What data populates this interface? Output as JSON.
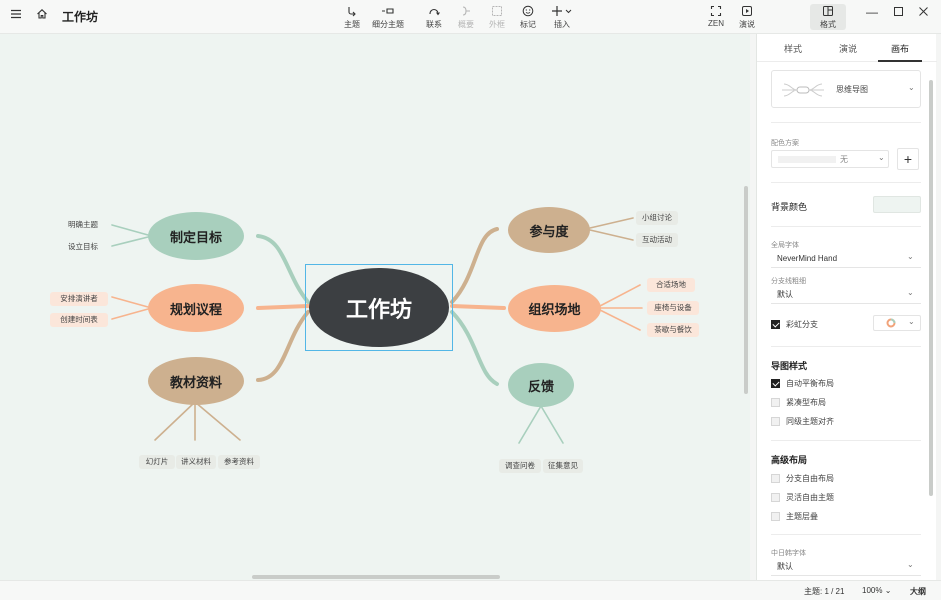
{
  "app": {
    "title": "工作坊"
  },
  "toolbar": {
    "topic": "主题",
    "subtopic": "细分主题",
    "relation": "联系",
    "summary": "概要",
    "boundary": "外框",
    "marker": "标记",
    "insert": "插入",
    "zen": "ZEN",
    "present": "演说",
    "format": "格式"
  },
  "map": {
    "central": "工作坊",
    "topics": [
      {
        "label": "制定目标",
        "subs": [
          "明确主题",
          "设立目标"
        ]
      },
      {
        "label": "规划议程",
        "subs": [
          "安排演讲者",
          "创建时间表"
        ]
      },
      {
        "label": "教材资料",
        "subs": [
          "幻灯片",
          "讲义材料",
          "参考资料"
        ]
      },
      {
        "label": "参与度",
        "subs": [
          "小组讨论",
          "互动活动"
        ]
      },
      {
        "label": "组织场地",
        "subs": [
          "合适场地",
          "座椅与设备",
          "茶歇与餐饮"
        ]
      },
      {
        "label": "反馈",
        "subs": [
          "调查问卷",
          "征集意见"
        ]
      }
    ],
    "colors": {
      "central": "#3c3f42",
      "green": "#a8cfbd",
      "orange": "#f7b48e",
      "tan": "#cdb08f",
      "canvas": "#eef4f1",
      "selection": "#52b6e6"
    }
  },
  "panel": {
    "tabs": [
      "样式",
      "演说",
      "画布"
    ],
    "theme_name": "思维导图",
    "color_scheme_label": "配色方案",
    "color_scheme_value": "无",
    "bg_color_label": "背景颜色",
    "global_font_label": "全局字体",
    "global_font_value": "NeverMind Hand",
    "branch_width_label": "分支线粗细",
    "branch_width_value": "默认",
    "rainbow_label": "彩虹分支",
    "map_style_head": "导图样式",
    "auto_balance": "自动平衡布局",
    "compact": "紧凑型布局",
    "align_same": "同级主题对齐",
    "advanced_head": "高级布局",
    "free_branch": "分支自由布局",
    "free_topic": "灵活自由主题",
    "overlap": "主题层叠",
    "cjk_font_label": "中日韩字体",
    "cjk_font_value": "默认"
  },
  "status": {
    "topic_count": "主题: 1 / 21",
    "zoom": "100%",
    "outline": "大纲"
  }
}
